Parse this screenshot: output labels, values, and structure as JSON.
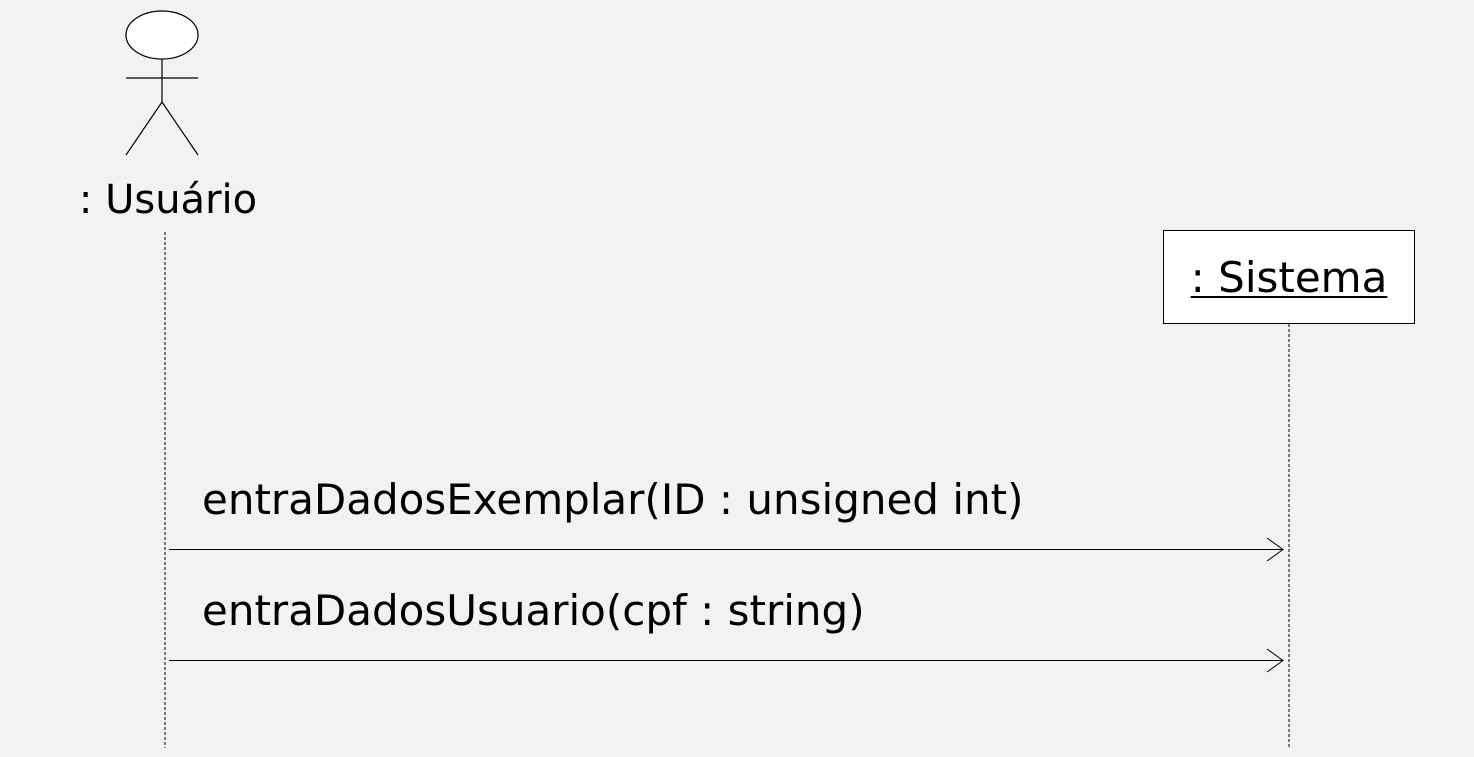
{
  "diagram": {
    "type": "uml-sequence",
    "actor": {
      "label": ": Usuário"
    },
    "object": {
      "label": ": Sistema"
    },
    "messages": [
      {
        "label": "entraDadosExemplar(ID : unsigned int)",
        "from": "actor",
        "to": "object"
      },
      {
        "label": "entraDadosUsuario(cpf : string)",
        "from": "actor",
        "to": "object"
      }
    ]
  }
}
